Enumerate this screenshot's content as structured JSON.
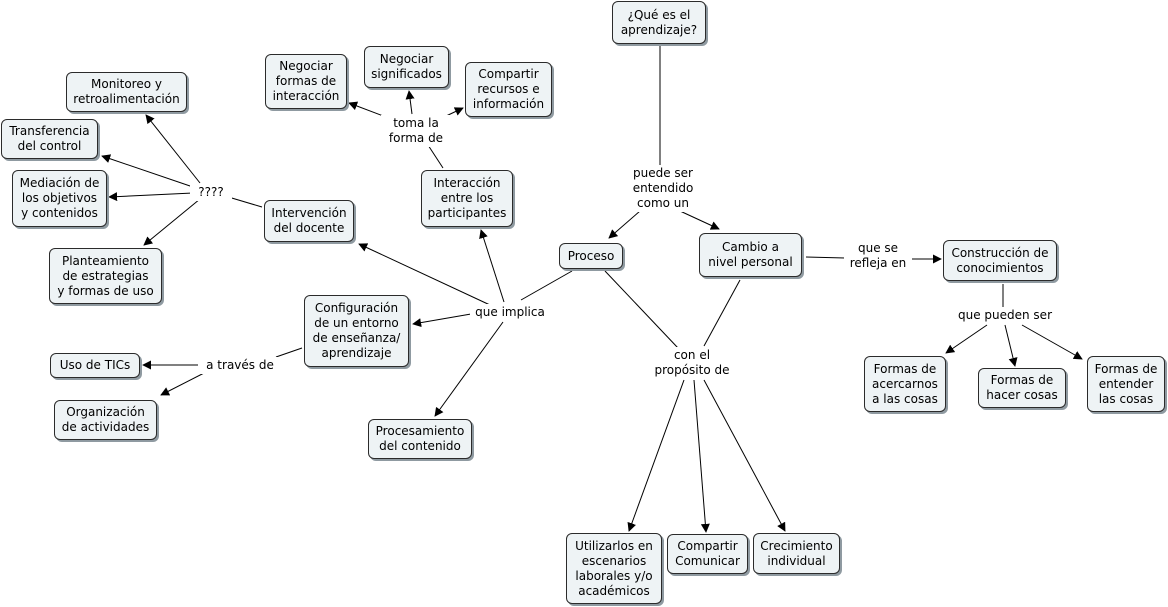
{
  "concepts": {
    "que_es": "¿Qué es el\naprendizaje?",
    "proceso": "Proceso",
    "cambio": "Cambio a\nnivel personal",
    "construccion": "Construcción de\nconocimientos",
    "formas_acercarnos": "Formas de\nacercarnos\na las cosas",
    "formas_hacer": "Formas de\nhacer cosas",
    "formas_entender": "Formas de\nentender\nlas cosas",
    "utilizarlos": "Utilizarlos en\nescenarios\nlaborales y/o\nacadémicos",
    "compartir_comunicar": "Compartir\nComunicar",
    "crecimiento": "Crecimiento\nindividual",
    "interaccion": "Interacción\nentre los\nparticipantes",
    "negociar_formas": "Negociar\nformas de\ninteracción",
    "negociar_significados": "Negociar\nsignificados",
    "compartir_recursos": "Compartir\nrecursos e\ninformación",
    "intervencion": "Intervención\ndel docente",
    "monitoreo": "Monitoreo y\nretroalimentación",
    "transferencia": "Transferencia\ndel control",
    "mediacion": "Mediación de\nlos objetivos\ny contenidos",
    "planteamiento": "Planteamiento\nde estrategias\ny formas de uso",
    "configuracion": "Configuración\nde un entorno\nde enseñanza/\naprendizaje",
    "uso_tics": "Uso de TICs",
    "organizacion": "Organización\nde actividades",
    "procesamiento": "Procesamiento\ndel contenido"
  },
  "linking_phrases": {
    "puede_ser": "puede ser\nentendido\ncomo un",
    "que_se_refleja": "que se\nrefleja en",
    "que_pueden_ser": "que pueden ser",
    "con_el_proposito": "con el\npropósito de",
    "que_implica": "que implica",
    "toma_la_forma": "toma la\nforma de",
    "interrogantes": "????",
    "a_traves": "a través de"
  }
}
